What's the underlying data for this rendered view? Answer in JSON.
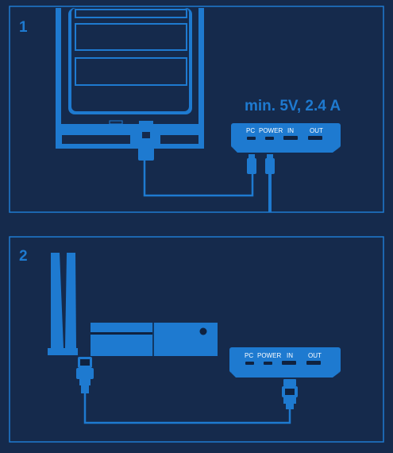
{
  "colors": {
    "background": "#152a4c",
    "accent": "#1e7ad0",
    "dark_line": "#0f2240",
    "label_text": "#ffffff"
  },
  "panel1": {
    "step_number": "1",
    "power_spec": "min. 5V, 2.4 A",
    "ports": {
      "pc": "PC",
      "power": "POWER",
      "in": "IN",
      "out": "OUT"
    }
  },
  "panel2": {
    "step_number": "2",
    "ports": {
      "pc": "PC",
      "power": "POWER",
      "in": "IN",
      "out": "OUT"
    }
  }
}
